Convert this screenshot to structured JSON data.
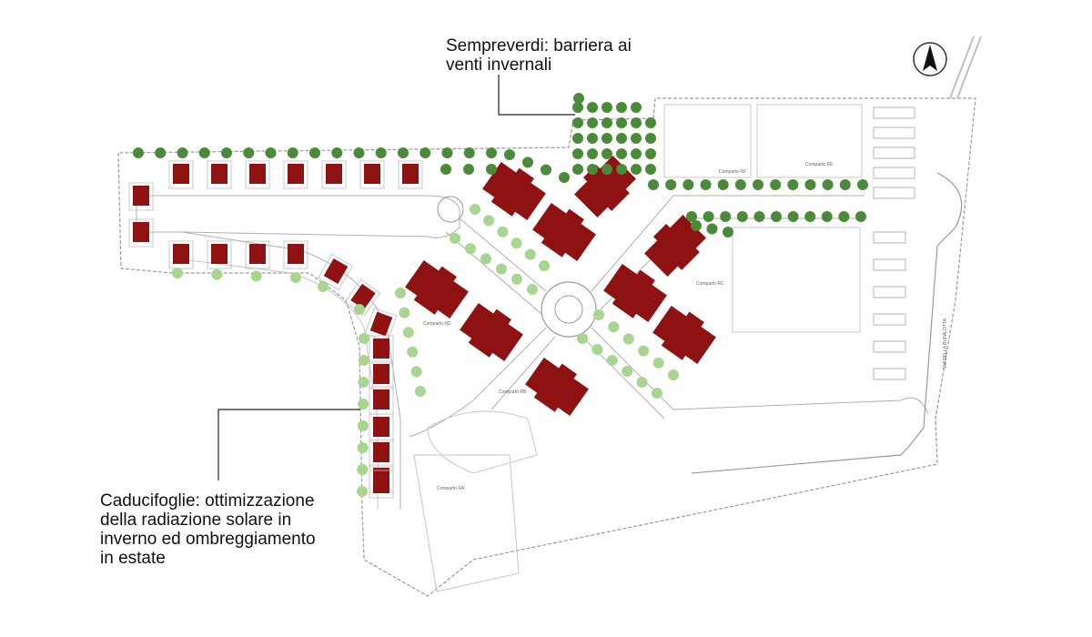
{
  "annotations": {
    "evergreen": "Sempreverdi: barriera ai\nventi invernali",
    "deciduous": "Caducifoglie: ottimizzazione\ndella radiazione solare in\ninverno ed ombreggiamento\nin estate"
  },
  "compass": {
    "icon": "north-arrow-icon"
  },
  "plan_labels": {
    "comparto_a": "Comparto RD",
    "comparto_b": "Comparto RE",
    "comparto_c": "Comparto RF",
    "comparto_d": "Comparto RC",
    "comparto_e": "Comparto RB",
    "comparto_f": "Comparto RA",
    "road_name": "VIA DELLA BUFALOTTA"
  },
  "colors": {
    "building": "#8e1212",
    "evergreen_tree": "#4a8a3a",
    "deciduous_tree": "#a8d590",
    "linework": "#9a9a9a",
    "annotation_text": "#111111"
  }
}
